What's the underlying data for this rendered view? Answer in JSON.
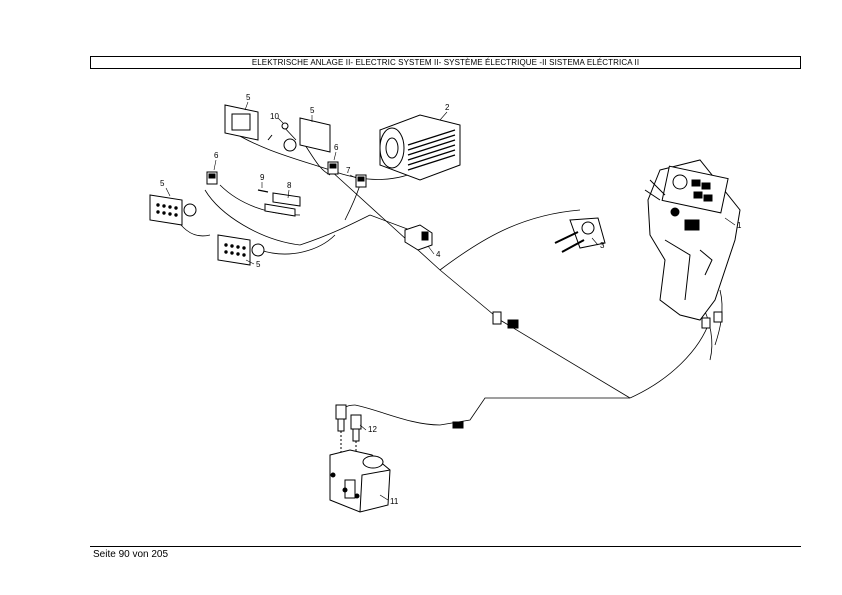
{
  "header": {
    "title": "ELEKTRISCHE ANLAGE II- ELECTRIC SYSTEM II- SYSTÈME ÉLECTRIQUE -II SISTEMA ELÉCTRICA II"
  },
  "diagram": {
    "callouts": [
      "1",
      "2",
      "3",
      "4",
      "5",
      "5",
      "5",
      "5",
      "6",
      "6",
      "7",
      "8",
      "9",
      "10",
      "11",
      "12"
    ]
  },
  "footer": {
    "page_label": "Seite 90 von 205"
  }
}
